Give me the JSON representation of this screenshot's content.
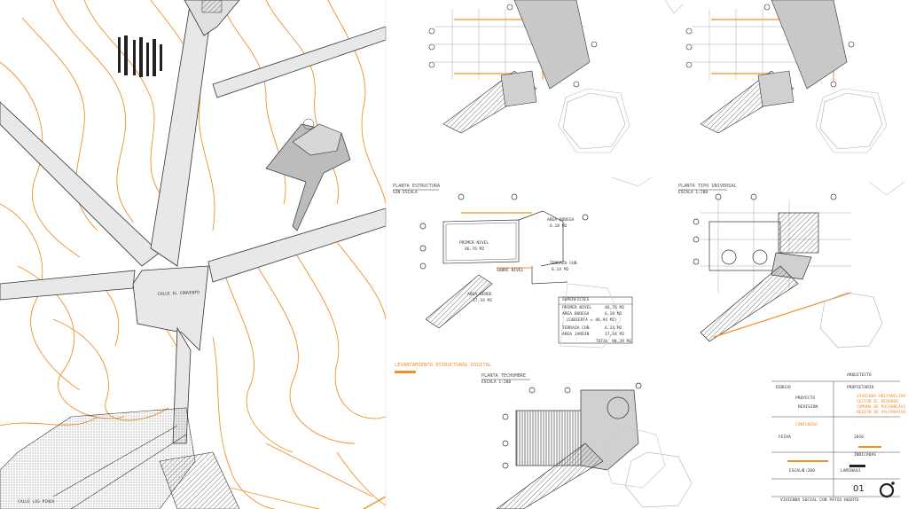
{
  "site": {
    "street_label_a": "CALLE EL CONVENTO",
    "street_label_b": "CALLE LOS PINOS"
  },
  "panels": {
    "structure": {
      "title": "PLANTA ESTRUCTURA",
      "scale": "SIN ESCALA"
    },
    "universal": {
      "title": "PLANTA TIPO UNIVERSAL",
      "scale": "ESCALA 1:200"
    },
    "roof": {
      "title": "PLANTA TECHUMBRE",
      "scale": "ESCALA 1:200"
    },
    "main_title": "LEVANTAMIENTO ESTRUCTURAL DIGITAL"
  },
  "rooms": {
    "primer_nivel": "PRIMER NIVEL",
    "primer_nivel_area": "46,76 M2",
    "area_bodega": "AREA BODEGA",
    "area_bodega_val": "6,18 M2",
    "terraza": "TERRAZA CUB.",
    "terraza_val": "6,14 M2",
    "area_verde": "AREA VERDE",
    "area_verde_val": "17,34 M2",
    "sobre_nivel": "SOBRE NIVEL"
  },
  "area_table": {
    "header": "SUPERFICIES",
    "rows": [
      {
        "label": "PRIMER NIVEL",
        "value": "46,76 M2"
      },
      {
        "label": "AREA BODEGA",
        "value": "6,18 M2"
      },
      {
        "label": "(CUBIERTA = 46,94 M2)",
        "value": ""
      },
      {
        "label": "TERRAZA CUB.",
        "value": "6,14 M2"
      },
      {
        "label": "AREA JARDIN",
        "value": "17,34 M2"
      },
      {
        "label": "TOTAL",
        "value": "90,39 M2"
      }
    ]
  },
  "title_block": {
    "arquitecto": "ARQUITECTO",
    "propietario": "PROPIETARIO",
    "dibujo": "DIBUJO",
    "revision": "REVISION",
    "proyecto_label": "PROYECTO",
    "proyecto_lines": [
      "VIVIENDA UNIFAMILIAR",
      "SECTOR EL MIRADOR",
      "COMUNA DE PUCHUNCAVI",
      "REGION DE VALPARAISO"
    ],
    "contenido": "CONTENIDO",
    "fecha_label": "FECHA",
    "fecha": "2016",
    "escala_label": "ESCALA",
    "escala": "1:200",
    "lamina_label": "LAMINA",
    "lamina_value": "01",
    "indicadas": "INDICADAS",
    "sheet_number": "01",
    "footer_note": "VIVIENDA SOCIAL CON PATIO HUERTO"
  }
}
